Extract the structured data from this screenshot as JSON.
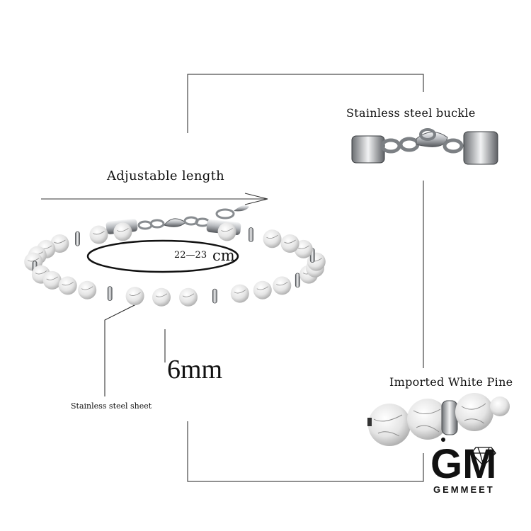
{
  "labels": {
    "buckle": "Stainless steel buckle",
    "adjustable": "Adjustable length",
    "length_value": "22—23",
    "length_unit": "cm",
    "bead_size": "6mm",
    "sheet": "Stainless steel sheet",
    "pine": "Imported White Pine"
  },
  "brand": {
    "logo_letters": "GM",
    "name": "GEMMEET"
  },
  "colors": {
    "line": "#222222",
    "bead": "#e6e6e6",
    "bead_vein": "#8c8c8c",
    "steel": "#b9bcc0",
    "steel_dark": "#55585c",
    "logo": "#111111"
  },
  "icons": {
    "diamond": "diamond-icon",
    "arrow": "arrow-right-icon"
  }
}
